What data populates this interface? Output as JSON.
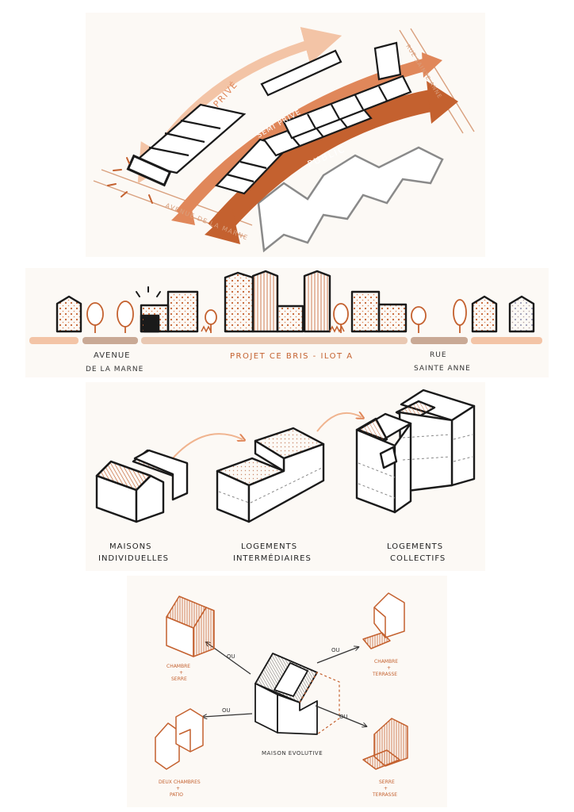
{
  "colors": {
    "accent_dark": "#c4612f",
    "accent_mid": "#e0875a",
    "accent_light": "#f3c4a6",
    "grey_band": "#c9a995",
    "ink": "#1a1a1a",
    "panel_bg": "#fcf9f5"
  },
  "masterplan": {
    "arrows": {
      "private": "PRIVÉ",
      "semi_private": "SEMI PRIVÉ",
      "public": "PUBLIC"
    },
    "streets": {
      "avenue": "AVENUE DE LA MARNE",
      "rue": "RUE SAINTE ANNE"
    }
  },
  "section": {
    "left_street": {
      "line1": "AVENUE",
      "line2": "DE LA MARNE"
    },
    "project": "PROJET CE BRIS - ILOT A",
    "right_street": {
      "line1": "RUE",
      "line2": "SAINTE ANNE"
    }
  },
  "typologies": [
    {
      "line1": "MAISONS",
      "line2": "INDIVIDUELLES"
    },
    {
      "line1": "LOGEMENTS",
      "line2": "INTERMÉDIAIRES"
    },
    {
      "line1": "LOGEMENTS",
      "line2": "COLLECTIFS"
    }
  ],
  "evolutive": {
    "center": "MAISON EVOLUTIVE",
    "connector": "OU",
    "options": [
      {
        "line1": "CHAMBRE",
        "line2": "+",
        "line3": "SERRE"
      },
      {
        "line1": "CHAMBRE",
        "line2": "+",
        "line3": "TERRASSE"
      },
      {
        "line1": "DEUX CHAMBRES",
        "line2": "+",
        "line3": "PATIO"
      },
      {
        "line1": "SERRE",
        "line2": "+",
        "line3": "TERRASSE"
      }
    ]
  }
}
